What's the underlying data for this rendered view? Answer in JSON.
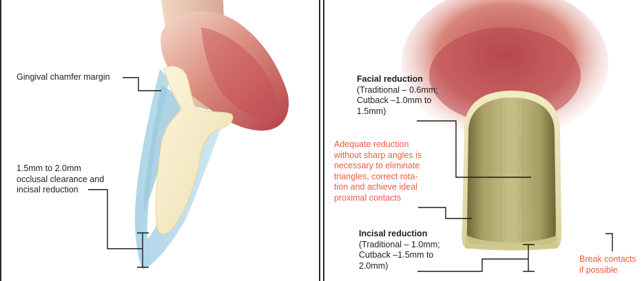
{
  "left_panel": {
    "margin_label": "Gingival chamfer margin",
    "clearance_label": [
      "1.5mm to 2.0mm",
      "occlusal clearance and",
      "incisal reduction"
    ]
  },
  "right_panel": {
    "facial_title": "Facial reduction",
    "facial_detail": [
      "(Traditional – 0.6mm;",
      "Cutback –1.0mm to",
      "1.5mm)"
    ],
    "adequate_note": [
      "Adequate reduction",
      "without sharp angles is",
      "necessary to eliminate",
      "triangles, correct rota-",
      "tion and achieve ideal",
      "proximal contacts"
    ],
    "incisal_title": "Incisal reduction",
    "incisal_detail": [
      "(Traditional – 1.0mm;",
      "Cutback –1.5mm to",
      "2.0mm)"
    ],
    "break_note": [
      "Break contacts",
      "if possible"
    ]
  },
  "colors": {
    "accent_text": "#f05a3e",
    "leader_line": "#1a1a1a",
    "reduction_blue": "#b8dcec",
    "gum": "#c2545a",
    "tooth_prep": "#f5ecc8",
    "prep_crown": "#7a7440"
  }
}
